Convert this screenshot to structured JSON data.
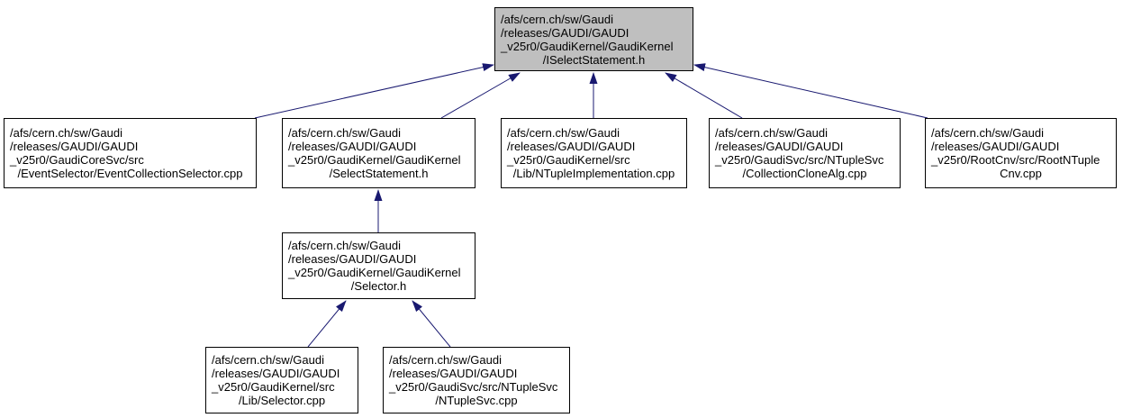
{
  "diagram": {
    "type": "include-dependency-graph",
    "colors": {
      "background": "#ffffff",
      "edge": "#191970",
      "node_border": "#000000",
      "node_fill": "#ffffff",
      "highlight_fill": "#bfbfbf",
      "text": "#000000"
    },
    "nodes": [
      {
        "id": "ISelectStatement.h",
        "highlighted": true,
        "lines": [
          "/afs/cern.ch/sw/Gaudi",
          "/releases/GAUDI/GAUDI",
          "_v25r0/GaudiKernel/GaudiKernel",
          "/ISelectStatement.h"
        ]
      },
      {
        "id": "EventCollectionSelector.cpp",
        "highlighted": false,
        "lines": [
          "/afs/cern.ch/sw/Gaudi",
          "/releases/GAUDI/GAUDI",
          "_v25r0/GaudiCoreSvc/src",
          "/EventSelector/EventCollectionSelector.cpp"
        ]
      },
      {
        "id": "SelectStatement.h",
        "highlighted": false,
        "lines": [
          "/afs/cern.ch/sw/Gaudi",
          "/releases/GAUDI/GAUDI",
          "_v25r0/GaudiKernel/GaudiKernel",
          "/SelectStatement.h"
        ]
      },
      {
        "id": "NTupleImplementation.cpp",
        "highlighted": false,
        "lines": [
          "/afs/cern.ch/sw/Gaudi",
          "/releases/GAUDI/GAUDI",
          "_v25r0/GaudiKernel/src",
          "/Lib/NTupleImplementation.cpp"
        ]
      },
      {
        "id": "CollectionCloneAlg.cpp",
        "highlighted": false,
        "lines": [
          "/afs/cern.ch/sw/Gaudi",
          "/releases/GAUDI/GAUDI",
          "_v25r0/GaudiSvc/src/NTupleSvc",
          "/CollectionCloneAlg.cpp"
        ]
      },
      {
        "id": "RootNTupleCnv.cpp",
        "highlighted": false,
        "lines": [
          "/afs/cern.ch/sw/Gaudi",
          "/releases/GAUDI/GAUDI",
          "_v25r0/RootCnv/src/RootNTuple",
          "Cnv.cpp"
        ]
      },
      {
        "id": "Selector.h",
        "highlighted": false,
        "lines": [
          "/afs/cern.ch/sw/Gaudi",
          "/releases/GAUDI/GAUDI",
          "_v25r0/GaudiKernel/GaudiKernel",
          "/Selector.h"
        ]
      },
      {
        "id": "Selector.cpp",
        "highlighted": false,
        "lines": [
          "/afs/cern.ch/sw/Gaudi",
          "/releases/GAUDI/GAUDI",
          "_v25r0/GaudiKernel/src",
          "/Lib/Selector.cpp"
        ]
      },
      {
        "id": "NTupleSvc.cpp",
        "highlighted": false,
        "lines": [
          "/afs/cern.ch/sw/Gaudi",
          "/releases/GAUDI/GAUDI",
          "_v25r0/GaudiSvc/src/NTupleSvc",
          "/NTupleSvc.cpp"
        ]
      }
    ],
    "edges": [
      {
        "from": "EventCollectionSelector.cpp",
        "to": "ISelectStatement.h"
      },
      {
        "from": "SelectStatement.h",
        "to": "ISelectStatement.h"
      },
      {
        "from": "NTupleImplementation.cpp",
        "to": "ISelectStatement.h"
      },
      {
        "from": "CollectionCloneAlg.cpp",
        "to": "ISelectStatement.h"
      },
      {
        "from": "RootNTupleCnv.cpp",
        "to": "ISelectStatement.h"
      },
      {
        "from": "Selector.h",
        "to": "SelectStatement.h"
      },
      {
        "from": "Selector.cpp",
        "to": "Selector.h"
      },
      {
        "from": "NTupleSvc.cpp",
        "to": "Selector.h"
      }
    ]
  }
}
